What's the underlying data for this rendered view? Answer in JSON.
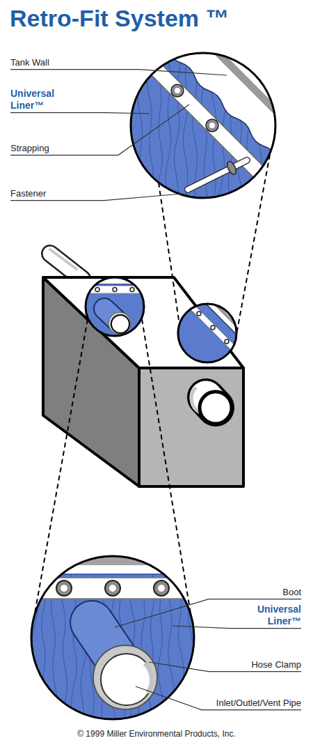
{
  "diagram": {
    "title": "Retro-Fit System ™",
    "caption": "© 1999 Miller Environmental Products, Inc.",
    "labels": [
      "Tank Wall",
      "Universal Liner™",
      "Strapping",
      "Fastener",
      "Boot",
      "Universal Liner™",
      "Hose Clamp",
      "Inlet/Outlet/Vent Pipe"
    ]
  }
}
